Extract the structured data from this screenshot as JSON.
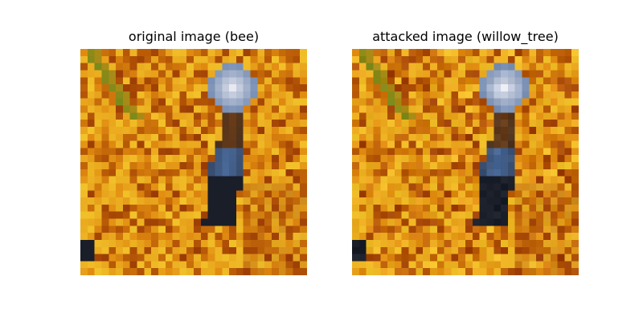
{
  "panels": [
    {
      "title": "original image (bee)"
    },
    {
      "title": "attacked image (willow_tree)"
    }
  ],
  "image": {
    "description_colors": {
      "background_orange": "#e08a10",
      "background_yellow": "#f2c22a",
      "dark_orange": "#b85a06",
      "deep_red": "#8c2d04",
      "green_stem": "#7a8a1a",
      "bee_dark": "#1a1e28",
      "bee_blue": "#4a6a9a",
      "bee_highlight": "#e8e8f0"
    },
    "grid_size": 32
  }
}
